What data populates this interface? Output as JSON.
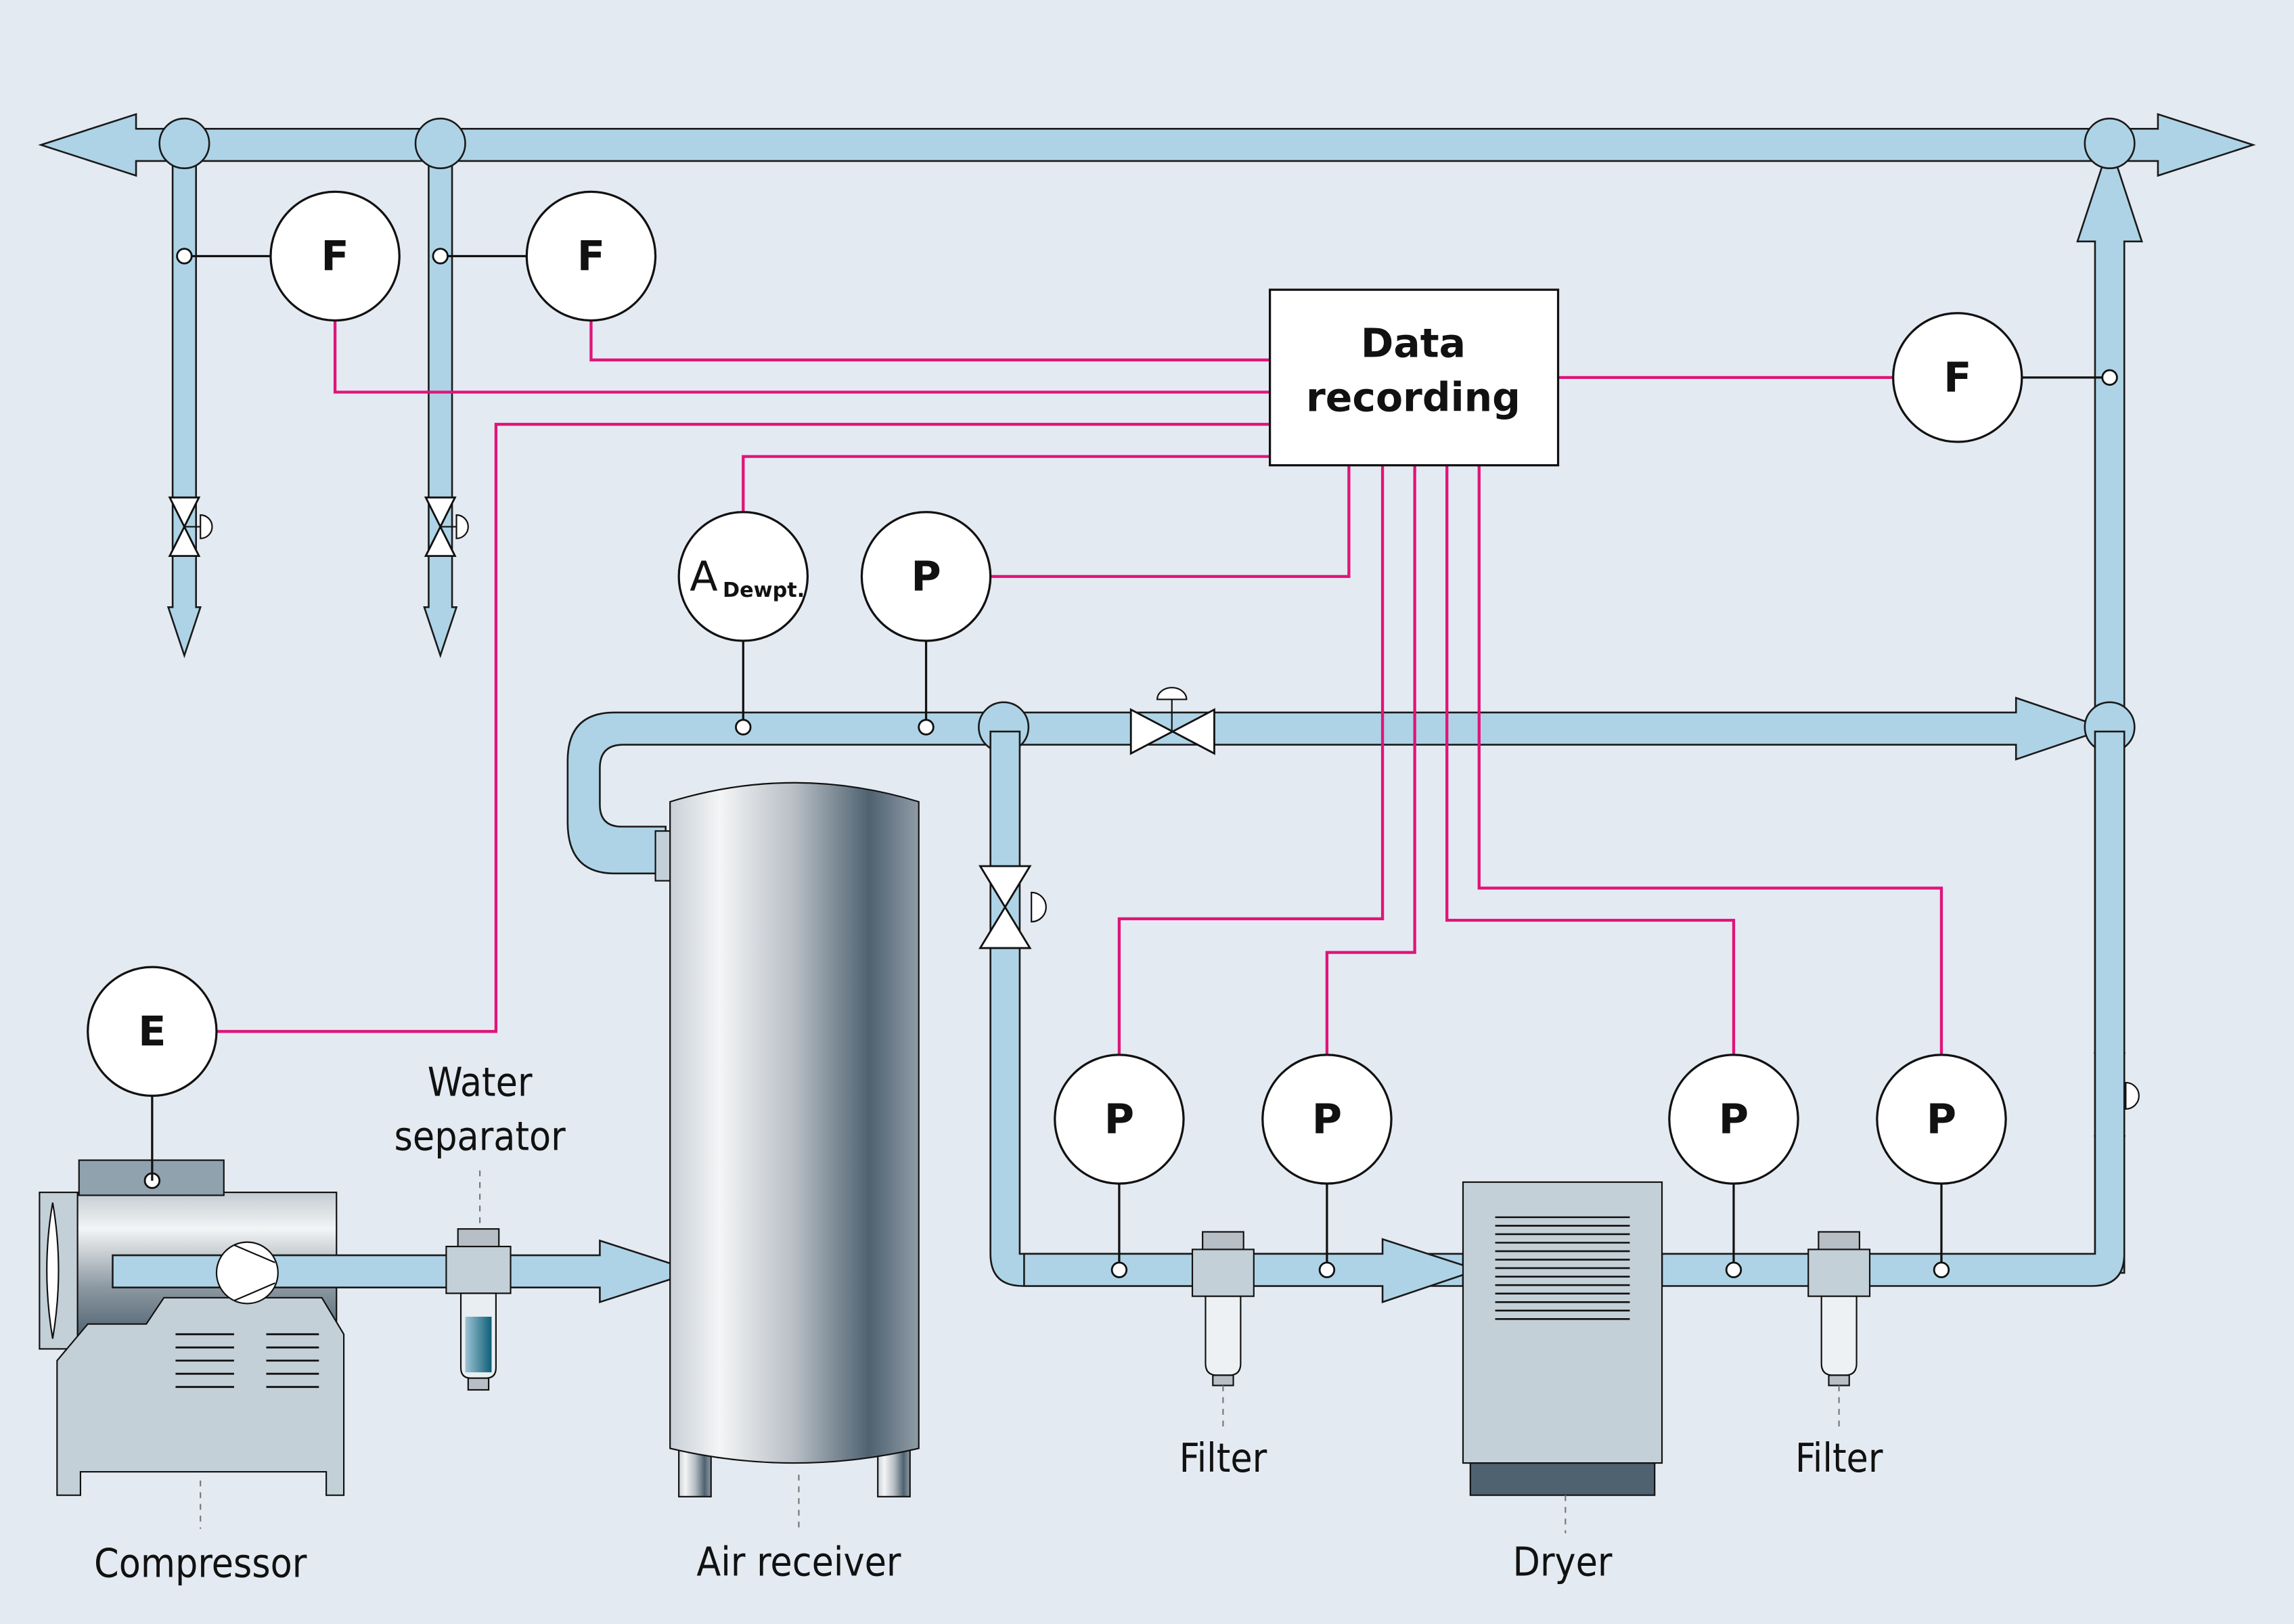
{
  "colors": {
    "background": "#e4eaf1",
    "pipe": "#aed3e6",
    "signal_line": "#e0147a",
    "equipment": "#c4d0d8",
    "dark_equipment": "#4f6270"
  },
  "data_recording": {
    "line1": "Data",
    "line2": "recording"
  },
  "instruments": {
    "flow_1": "F",
    "flow_2": "F",
    "flow_3": "F",
    "energy": "E",
    "analyzer": "A",
    "analyzer_sub": "Dewpt.",
    "pressure_receiver": "P",
    "pressure_filter1_in": "P",
    "pressure_filter1_out": "P",
    "pressure_filter2_in": "P",
    "pressure_filter2_out": "P"
  },
  "labels": {
    "water_separator_line1": "Water",
    "water_separator_line2": "separator",
    "compressor": "Compressor",
    "air_receiver": "Air receiver",
    "filter_1": "Filter",
    "dryer": "Dryer",
    "filter_2": "Filter"
  }
}
